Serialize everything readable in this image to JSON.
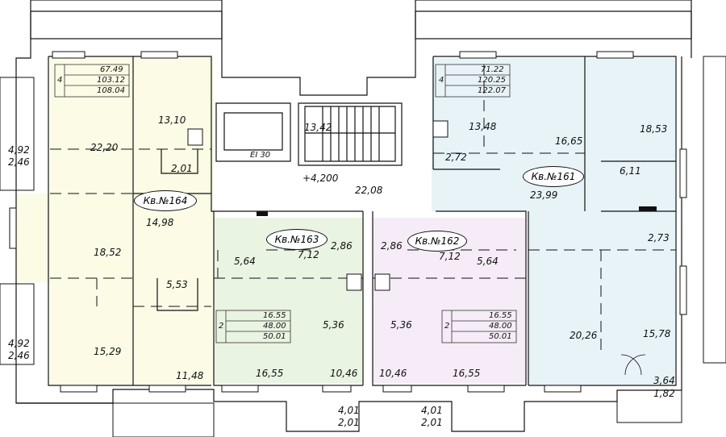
{
  "colors": {
    "apt164": "#fbfbe6",
    "apt163": "#e9f4e3",
    "apt162": "#f6ecf8",
    "apt161": "#e8f3f8",
    "wall": "#111111"
  },
  "apartments": {
    "apt164": {
      "name": "Кв.№164",
      "rooms": "4",
      "areas": [
        "67.49",
        "103.12",
        "108.04"
      ],
      "spaces": [
        "13,10",
        "22,20",
        "2,01",
        "14,98",
        "18,52",
        "5,53",
        "15,29",
        "11,48"
      ]
    },
    "apt163": {
      "name": "Кв.№163",
      "rooms": "2",
      "areas": [
        "16.55",
        "48.00",
        "50.01"
      ],
      "spaces": [
        "2,86",
        "7,12",
        "5,64",
        "5,36",
        "16,55",
        "10,46"
      ]
    },
    "apt162": {
      "name": "Кв.№162",
      "rooms": "2",
      "areas": [
        "16.55",
        "48.00",
        "50.01"
      ],
      "spaces": [
        "2,86",
        "7,12",
        "5,64",
        "5,36",
        "10,46",
        "16,55"
      ]
    },
    "apt161": {
      "name": "Кв.№161",
      "rooms": "4",
      "areas": [
        "71.22",
        "120.25",
        "122.07"
      ],
      "spaces": [
        "13,48",
        "18,53",
        "16,65",
        "2,72",
        "6,11",
        "23,99",
        "2,73",
        "20,26",
        "15,78"
      ]
    }
  },
  "common": {
    "stair_area": "13,42",
    "elevator_label": "EI 30",
    "level_mark": "+4,200",
    "hall_area": "22,08"
  },
  "balconies": {
    "left_top": [
      "4,92",
      "2,46"
    ],
    "left_bottom": [
      "4,92",
      "2,46"
    ],
    "bottom_center_left": [
      "4,01",
      "2,01"
    ],
    "bottom_center_right": [
      "4,01",
      "2,01"
    ],
    "bottom_right": [
      "3,64",
      "1,82"
    ]
  }
}
